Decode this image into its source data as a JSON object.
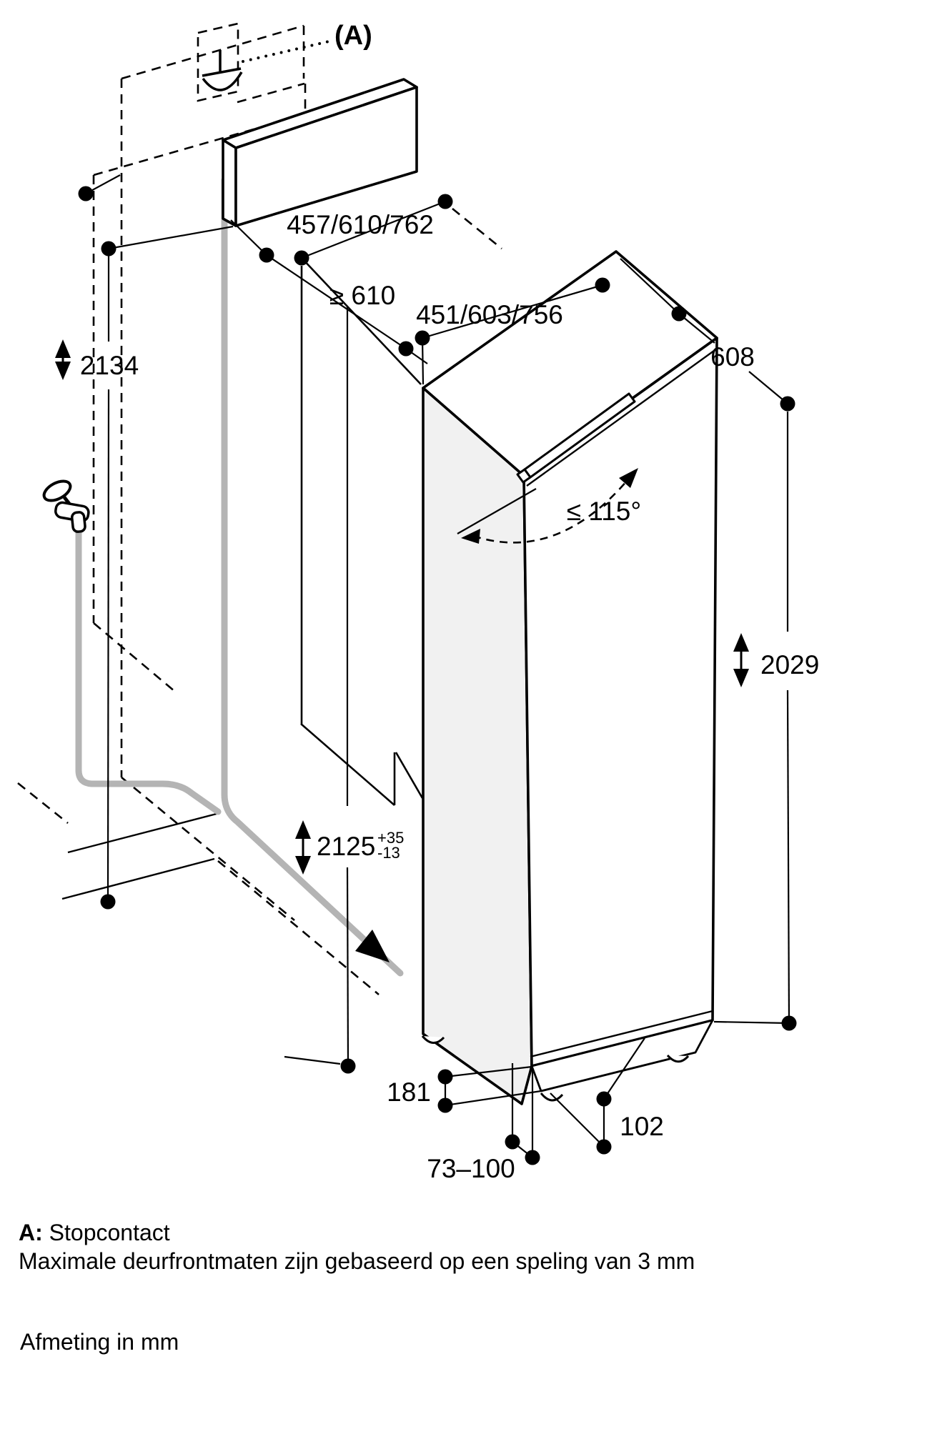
{
  "figure": {
    "socket_label": "(A)",
    "dims": {
      "panel_widths": "457/610/762",
      "clearance_top": "≥ 610",
      "inner_widths": "451/603/756",
      "depth": "608",
      "total_height": "2134",
      "door_angle": "≤ 115°",
      "appliance_height": "2029",
      "niche_height": "2125",
      "niche_height_plus": "+35",
      "niche_height_minus": "-13",
      "plinth_recess": "181",
      "foot_inset": "102",
      "foot_height_range": "73–100"
    }
  },
  "notes": {
    "a_key": "A:",
    "a_text": "Stopcontact",
    "door_note": "Maximale deurfrontmaten zijn gebaseerd op een speling van 3 mm",
    "units": "Afmeting in mm"
  },
  "colors": {
    "line": "#000000",
    "water_line": "#b4b4b4",
    "side_face": "#f1f1f1",
    "background": "#ffffff"
  }
}
